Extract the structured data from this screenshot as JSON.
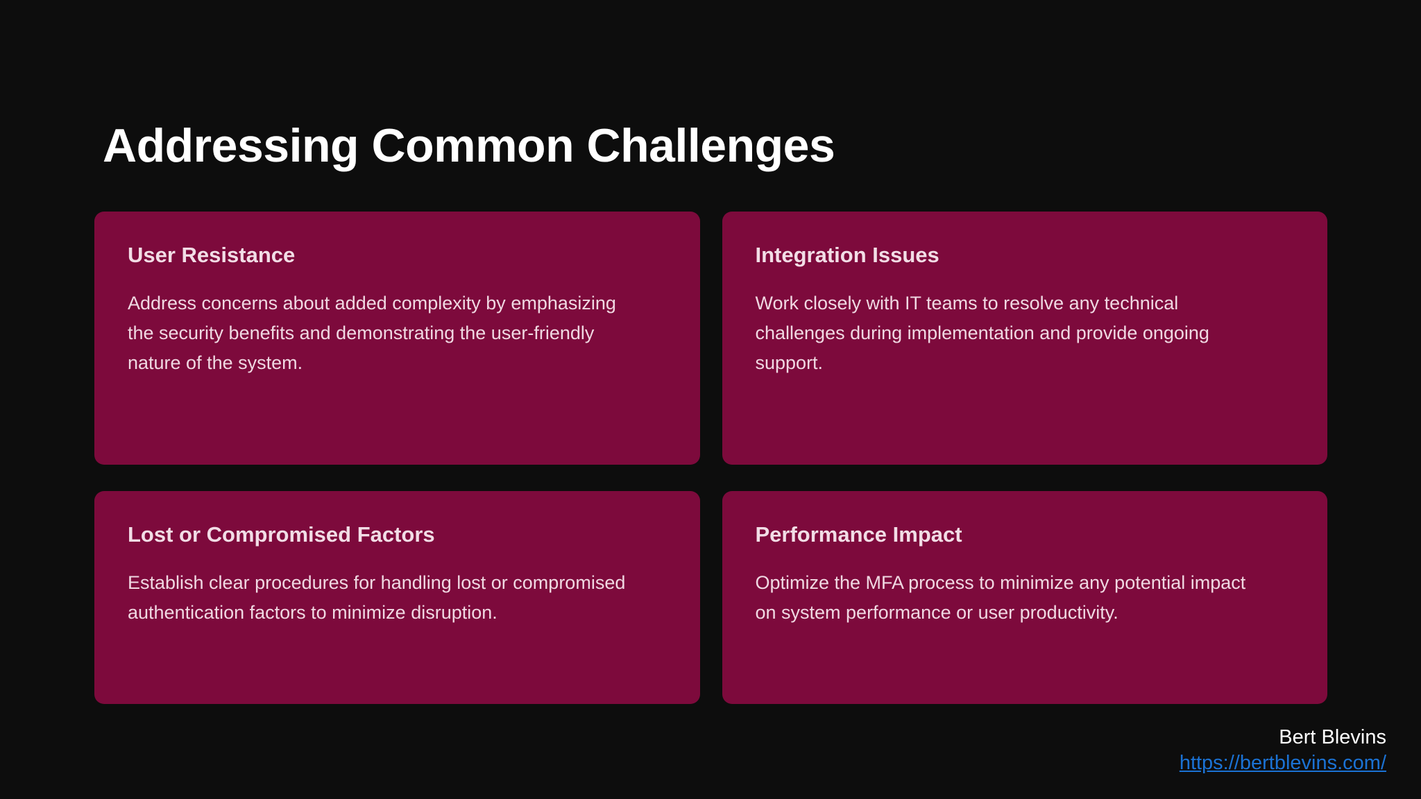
{
  "slide": {
    "title": "Addressing Common Challenges",
    "background_color": "#0d0d0d",
    "card_color": "#7d0a3c",
    "title_color": "#ffffff",
    "card_title_color": "#f2dde6",
    "card_body_color": "#f0d8e2",
    "link_color": "#1b72d4"
  },
  "cards": [
    {
      "title": "User Resistance",
      "body": "Address concerns about added complexity by emphasizing the security benefits and demonstrating the user-friendly nature of the system."
    },
    {
      "title": "Integration Issues",
      "body": "Work closely with IT teams to resolve any technical challenges during implementation and provide ongoing support."
    },
    {
      "title": "Lost or Compromised Factors",
      "body": "Establish clear procedures for handling lost or compromised authentication factors to minimize disruption."
    },
    {
      "title": "Performance Impact",
      "body": "Optimize the MFA process to minimize any potential impact on system performance or user productivity."
    }
  ],
  "footer": {
    "name": "Bert Blevins",
    "url": "https://bertblevins.com/"
  }
}
